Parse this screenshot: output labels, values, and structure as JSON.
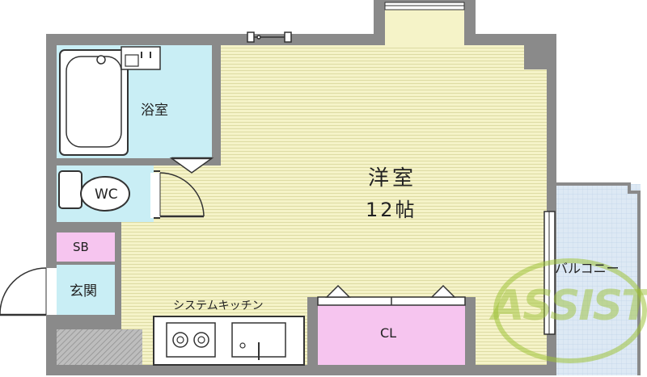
{
  "rooms": {
    "western_room": {
      "name": "洋室",
      "size": "12帖"
    },
    "bath": {
      "name": "浴室"
    },
    "toilet": {
      "name": "WC"
    },
    "shoe_box": {
      "name": "SB"
    },
    "entrance": {
      "name": "玄関"
    },
    "kitchen": {
      "name": "システムキッチン"
    },
    "closet": {
      "name": "CL"
    },
    "balcony": {
      "name": "バルコニー"
    }
  },
  "watermark": {
    "text": "ASSIST"
  },
  "colors": {
    "floor_wood": "#f5f3c8",
    "wet_area": "#c9eef5",
    "storage": "#f6c5ef",
    "wall": "#8a8a8a",
    "balcony": "#dde9f4",
    "watermark": "#9fc23a"
  }
}
